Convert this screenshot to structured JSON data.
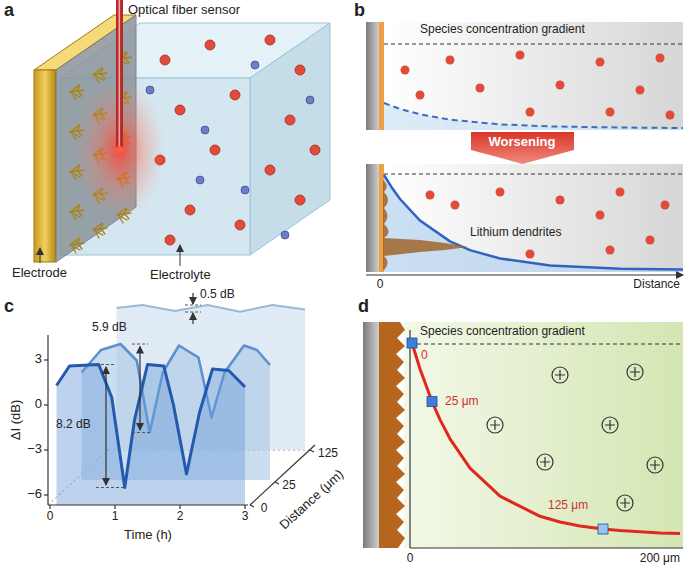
{
  "diagram": {
    "nodes": [
      {
        "text": [
          "Worsening"
        ]
      }
    ],
    "labels": [
      "a",
      "Optical fiber sensor",
      "Electrode",
      "Electrolyte",
      "b",
      "Species concentration gradient",
      "Lithium dendrites",
      "0",
      "Distance",
      "c",
      "3",
      "0",
      "−3",
      "−6",
      "ΔI (dB)",
      "0.5 dB",
      "5.9 dB",
      "8.2 dB",
      "0",
      "1",
      "2",
      "3",
      "Time (h)",
      "0",
      "25",
      "125",
      "Distance (μm)",
      "d",
      "Species concentration gradient",
      "0",
      "25 μm",
      "125 μm",
      "0",
      "200 μm"
    ]
  }
}
